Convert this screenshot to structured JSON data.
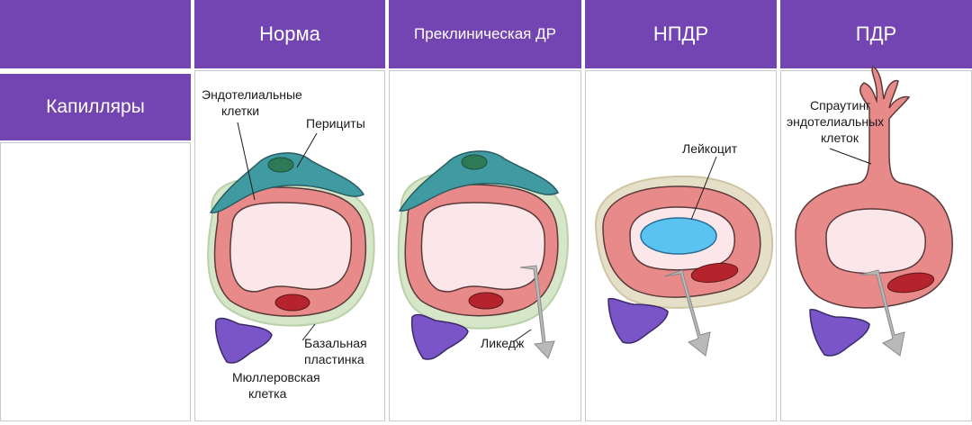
{
  "headers": {
    "norm": "Норма",
    "preclinical": "Преклиническая ДР",
    "npdr": "НПДР",
    "pdr": "ПДР"
  },
  "row_label": "Капилляры",
  "labels": {
    "endothelial_line1": "Эндотелиальные",
    "endothelial_line2": "клетки",
    "pericytes": "Перициты",
    "basal_line1": "Базальная",
    "basal_line2": "пластинка",
    "muller_line1": "Мюллеровская",
    "muller_line2": "клетка",
    "leakage": "Ликедж",
    "leukocyte": "Лейкоцит",
    "sprouting_line1": "Спраутинг",
    "sprouting_line2": "эндотелиальных",
    "sprouting_line3": "клеток"
  },
  "colors": {
    "header_bg": "#7345b2",
    "endothelium": "#e88a8a",
    "lumen": "#fbe6ea",
    "pericyte": "#3f9aa2",
    "basal": "#d6e6c8",
    "muller": "#7a55c8",
    "rbc": "#b5242c",
    "leukocyte": "#5bc3f2"
  }
}
